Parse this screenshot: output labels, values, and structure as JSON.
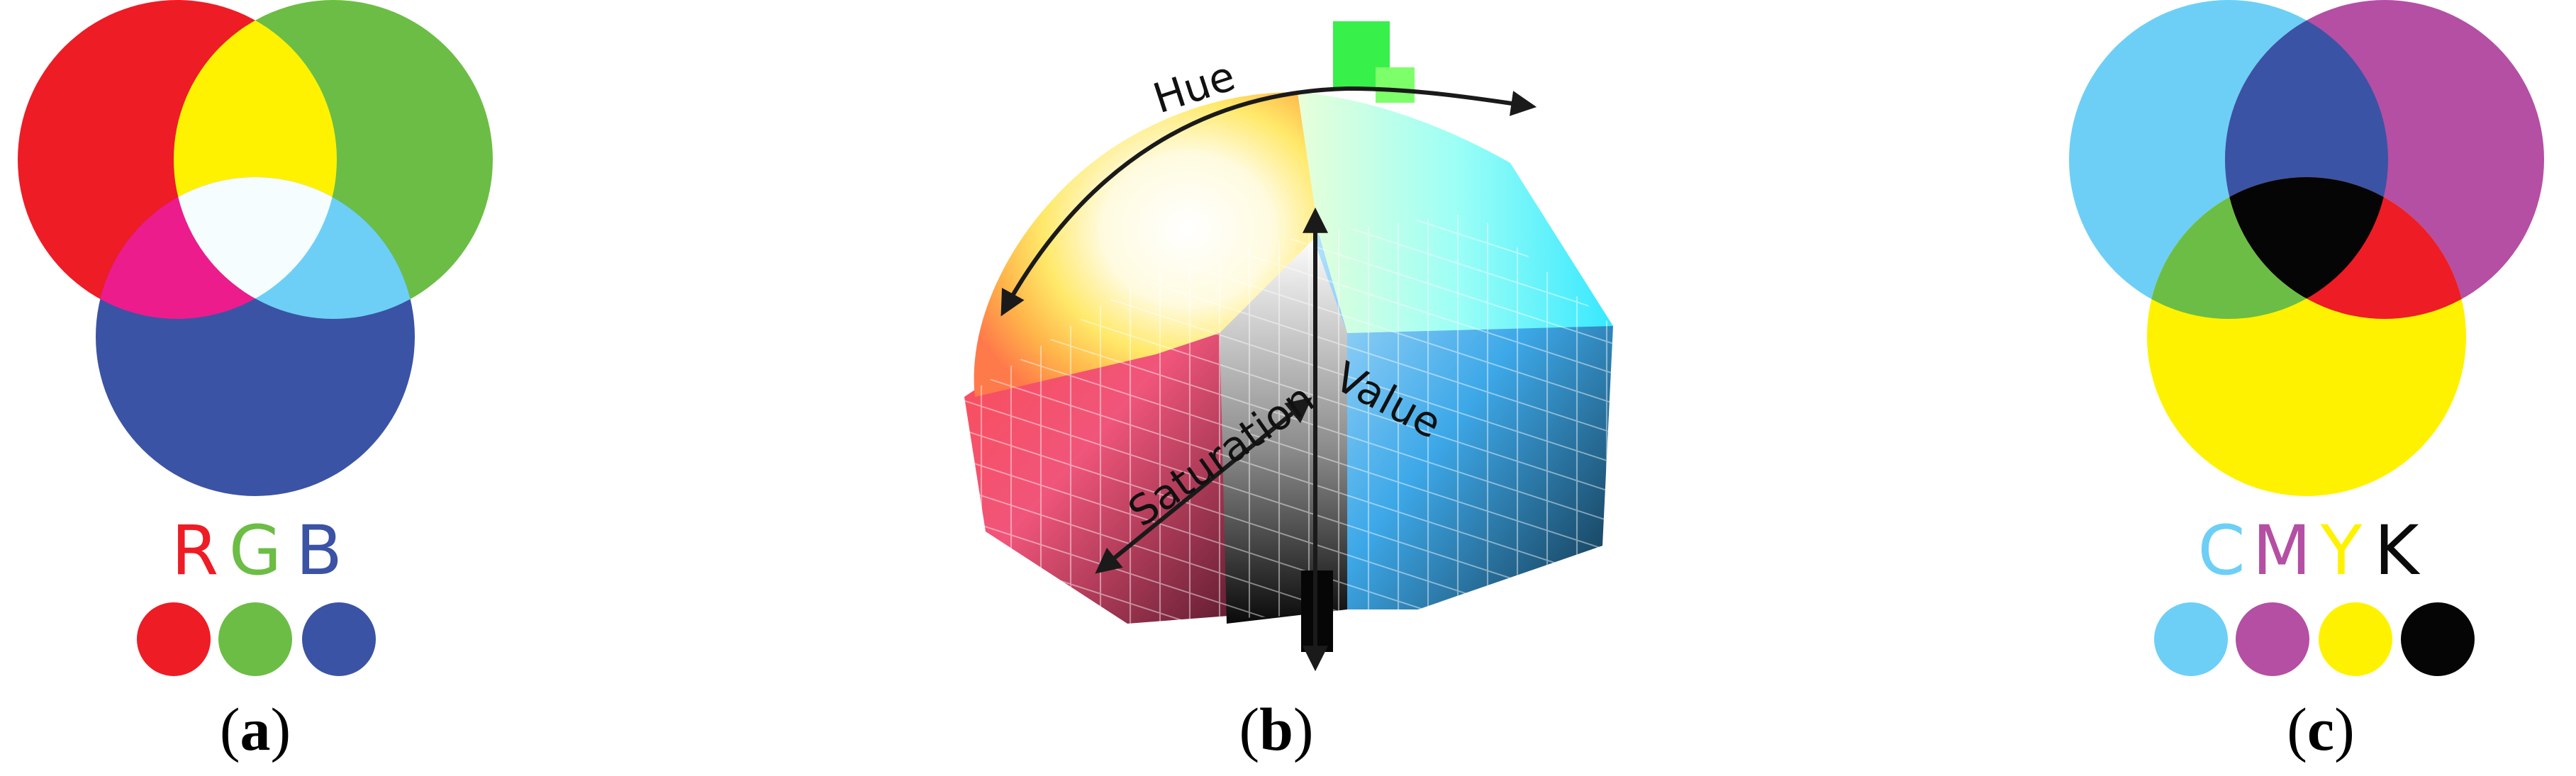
{
  "panel_a": {
    "letters": [
      {
        "text": "R",
        "color": "#ee1c25"
      },
      {
        "text": "G",
        "color": "#6cbd45"
      },
      {
        "text": "B",
        "color": "#3b53a4"
      }
    ],
    "venn_colors": {
      "red": "#ee1c25",
      "green": "#6cbd45",
      "blue": "#3b53a4",
      "yellow": "#fff200",
      "magenta": "#ec1c8d",
      "cyan": "#6dcff6",
      "white": "#f5fdff"
    },
    "caption": {
      "open": "(",
      "letter": "a",
      "close": ")"
    }
  },
  "panel_b": {
    "labels": {
      "hue": "Hue",
      "saturation": "Saturation",
      "value": "Value"
    },
    "caption": {
      "open": "(",
      "letter": "b",
      "close": ")"
    }
  },
  "panel_c": {
    "letters": [
      {
        "text": "C",
        "color": "#6dcff6"
      },
      {
        "text": "M",
        "color": "#b44fa4"
      },
      {
        "text": "Y",
        "color": "#fff200"
      },
      {
        "text": "K",
        "color": "#0a0a0a"
      }
    ],
    "venn_colors": {
      "cyan": "#6dcff6",
      "magenta": "#b44fa4",
      "yellow": "#fff200",
      "blue": "#3b53a4",
      "green": "#6cbd45",
      "red": "#ee1c25",
      "black": "#050505"
    },
    "caption": {
      "open": "(",
      "letter": "c",
      "close": ")"
    }
  }
}
